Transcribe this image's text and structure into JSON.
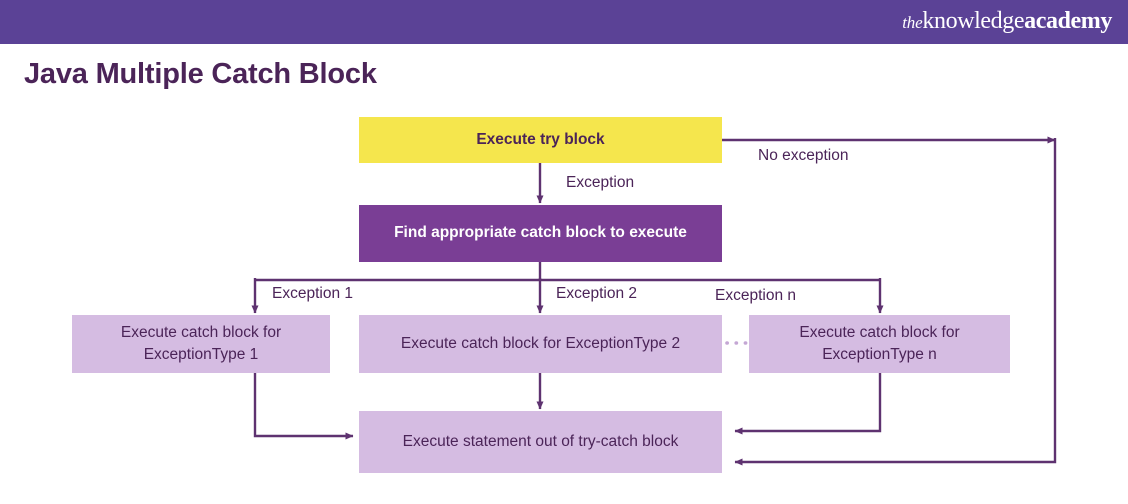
{
  "header": {
    "brand_the": "the",
    "brand_knowledge": "knowledge",
    "brand_academy": "academy",
    "bar_color": "#5B4296"
  },
  "page_title": "Java Multiple Catch Block",
  "colors": {
    "header_purple": "#5B4296",
    "title_purple": "#4B2458",
    "yellow": "#F5E64D",
    "dark_purple": "#7A3E95",
    "light_purple": "#D5BCE2",
    "line_purple": "#5E3270"
  },
  "chart_data": {
    "type": "diagram",
    "title": "Java Multiple Catch Block",
    "nodes": [
      {
        "id": "try",
        "label": "Execute try block",
        "style": "yellow"
      },
      {
        "id": "find",
        "label": "Find appropriate catch block to execute",
        "style": "dark-purple"
      },
      {
        "id": "catch1",
        "label": "Execute catch block for ExceptionType 1",
        "style": "light-purple"
      },
      {
        "id": "catch2",
        "label": "Execute catch block for ExceptionType 2",
        "style": "light-purple"
      },
      {
        "id": "catchn",
        "label": "Execute catch block for ExceptionType n",
        "style": "light-purple"
      },
      {
        "id": "out",
        "label": "Execute statement out of try-catch block",
        "style": "light-purple"
      }
    ],
    "edges": [
      {
        "from": "try",
        "to": "find",
        "label": "Exception"
      },
      {
        "from": "try",
        "to": "out",
        "label": "No exception"
      },
      {
        "from": "find",
        "to": "catch1",
        "label": "Exception 1"
      },
      {
        "from": "find",
        "to": "catch2",
        "label": "Exception 2"
      },
      {
        "from": "find",
        "to": "catchn",
        "label": "Exception n"
      },
      {
        "from": "catch1",
        "to": "out",
        "label": ""
      },
      {
        "from": "catch2",
        "to": "out",
        "label": ""
      },
      {
        "from": "catchn",
        "to": "out",
        "label": ""
      }
    ],
    "ellipsis_between": [
      "catch2",
      "catchn"
    ]
  },
  "nodes": {
    "try": "Execute try block",
    "find": "Find appropriate catch block to execute",
    "catch1": "Execute catch block for ExceptionType 1",
    "catch2": "Execute catch block for ExceptionType 2",
    "catchn": "Execute catch block for ExceptionType n",
    "out": "Execute statement out of try-catch block"
  },
  "labels": {
    "exception": "Exception",
    "no_exception": "No exception",
    "exception_1": "Exception 1",
    "exception_2": "Exception 2",
    "exception_n": "Exception n"
  }
}
